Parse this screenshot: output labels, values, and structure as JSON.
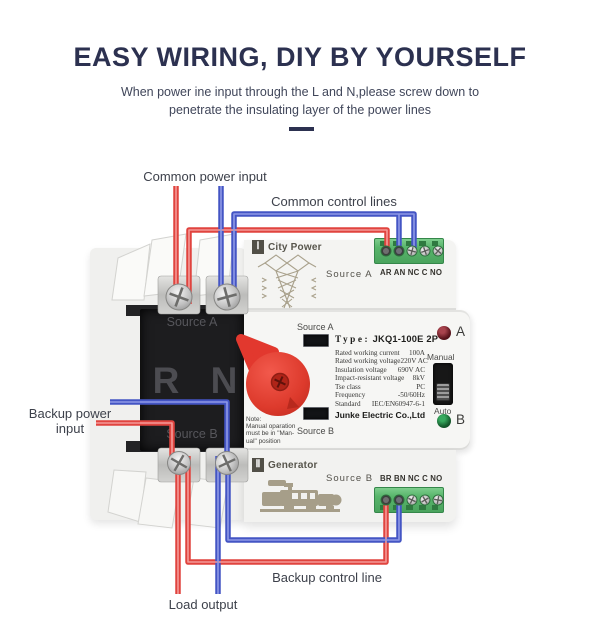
{
  "header": {
    "title": "EASY WIRING, DIY BY YOURSELF",
    "subtitle_line1": "When power ine input through the L and N,please screw down to",
    "subtitle_line2": "penetrate the insulating layer of the power lines"
  },
  "callouts": {
    "common_power_input": "Common power input",
    "common_control_lines": "Common control lines",
    "backup_power_line1": "Backup power",
    "backup_power_line2": "input",
    "backup_control_line": "Backup control line",
    "load_output": "Load output"
  },
  "device": {
    "top_section": {
      "numeral": "Ⅰ",
      "name": "City Power",
      "source": "Source A",
      "terminal_labels": "AR AN NC C NO"
    },
    "switch_block": {
      "source_a": "Source A",
      "pole_r": "R",
      "pole_n": "N",
      "source_b": "Source B"
    },
    "panel": {
      "source_a": "Source A",
      "source_b": "Source B",
      "type_label": "Type:",
      "type_value": "JKQ1-100E 2P",
      "specs": [
        {
          "name": "Rated working current",
          "value": "100A"
        },
        {
          "name": "Rated working voltage",
          "value": "220V AC"
        },
        {
          "name": "Insulation voltage",
          "value": "690V AC"
        },
        {
          "name": "Impact-resistant voltage",
          "value": "8kV"
        },
        {
          "name": "Tse class",
          "value": "PC"
        },
        {
          "name": "Frequency",
          "value": "-50/60Hz"
        },
        {
          "name": "Standard",
          "value": "IEC/EN60947-6-1"
        }
      ],
      "brand": "Junke Electric Co.,Ltd",
      "note_line1": "Note:",
      "note_line2": "Manual oparation",
      "note_line3": "must be in \"Man-",
      "note_line4": "ual\" position",
      "led_a_label": "A",
      "led_b_label": "B",
      "manual_label": "Manual",
      "auto_label": "Auto"
    },
    "bottom_section": {
      "numeral": "Ⅱ",
      "name": "Generator",
      "source": "Source B",
      "terminal_labels": "BR BN NC C NO"
    }
  },
  "colors": {
    "title_navy": "#2c3150",
    "wire_red": "#e0443f",
    "wire_blue": "#4455c4",
    "terminal_green": "#55b368",
    "knob_red": "#e5453a",
    "led_a": "#6b1b24",
    "led_b": "#1f7a3c"
  }
}
